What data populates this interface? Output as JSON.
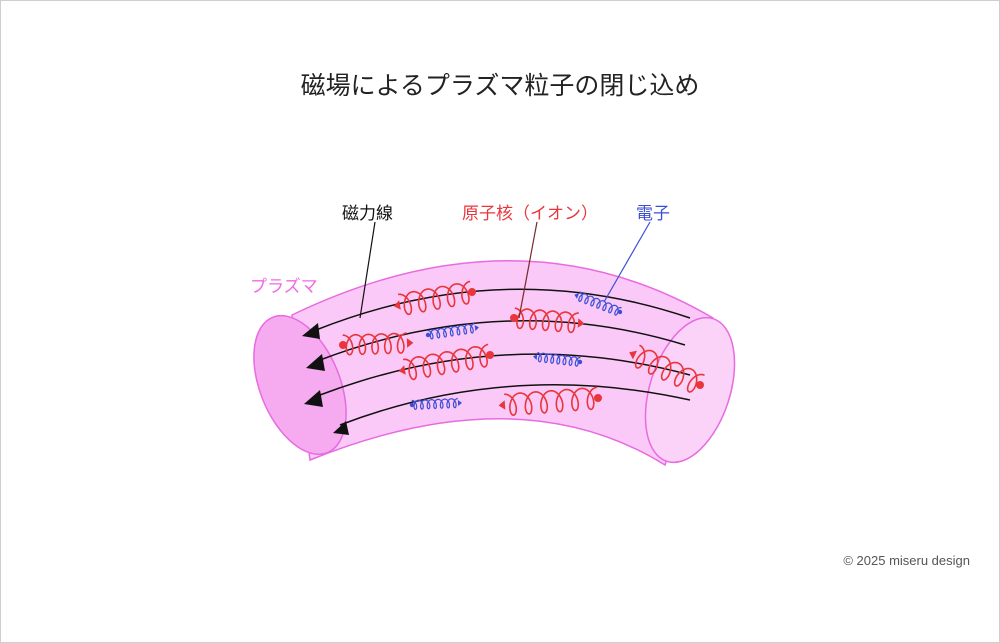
{
  "title": "磁場によるプラズマ粒子の閉じ込め",
  "labels": {
    "field_line": "磁力線",
    "nucleus": "原子核（イオン）",
    "electron": "電子",
    "plasma": "プラズマ"
  },
  "credit": "© 2025 miseru design",
  "colors": {
    "plasma_fill": "#fbc9f7",
    "plasma_edge": "#e86be0",
    "field_line": "#111111",
    "nucleus": "#e8363b",
    "electron": "#3a4fd6",
    "plasma_label": "#f06ae6",
    "title": "#222222"
  }
}
